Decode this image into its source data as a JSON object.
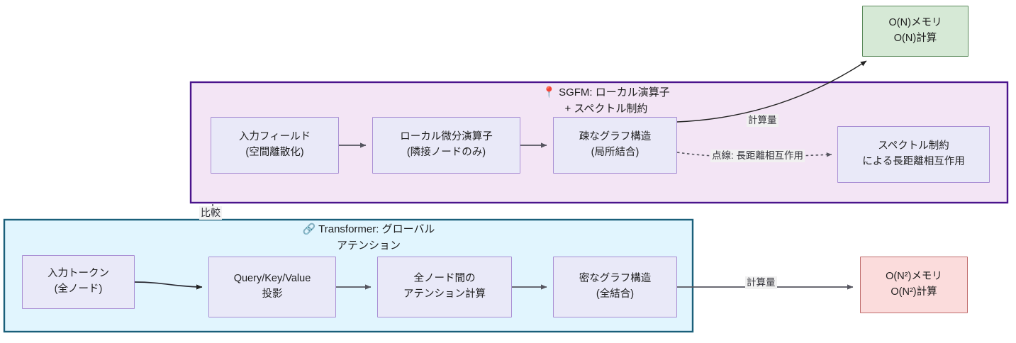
{
  "diagram": {
    "type": "flowchart",
    "title_present": false,
    "background": "#ffffff",
    "clusters": [
      {
        "id": "sgfm",
        "title_line1": "📍 SGFM: ローカル演算子",
        "title_line2": "+ スペクトル制約",
        "icon": "pin-icon",
        "fill": "#f3e5f5",
        "stroke": "#4a148c"
      },
      {
        "id": "transformer",
        "title_line1": "🔗 Transformer: グローバル",
        "title_line2": "アテンション",
        "icon": "link-icon",
        "fill": "#e1f5fe",
        "stroke": "#1a5f7a"
      }
    ],
    "nodes": [
      {
        "id": "n1",
        "line1": "入力フィールド",
        "line2": "(空間離散化)",
        "style": "proc"
      },
      {
        "id": "n2",
        "line1": "ローカル微分演算子",
        "line2": "(隣接ノードのみ)",
        "style": "proc"
      },
      {
        "id": "n3",
        "line1": "疎なグラフ構造",
        "line2": "(局所結合)",
        "style": "proc"
      },
      {
        "id": "n4",
        "line1": "スペクトル制約",
        "line2": "による長距離相互作用",
        "style": "proc"
      },
      {
        "id": "n5",
        "line1": "O(N)メモリ",
        "line2": "O(N)計算",
        "style": "good"
      },
      {
        "id": "n6",
        "line1": "入力トークン",
        "line2": "(全ノード)",
        "style": "proc"
      },
      {
        "id": "n7",
        "line1": "Query/Key/Value",
        "line2": "投影",
        "style": "proc"
      },
      {
        "id": "n8",
        "line1": "全ノード間の",
        "line2": "アテンション計算",
        "style": "proc"
      },
      {
        "id": "n9",
        "line1": "密なグラフ構造",
        "line2": "(全結合)",
        "style": "proc"
      },
      {
        "id": "n10",
        "line1": "O(N²)メモリ",
        "line2": "O(N²)計算",
        "style": "bad"
      }
    ],
    "edges": [
      {
        "from": "n1",
        "to": "n2",
        "label": "",
        "style": "solid"
      },
      {
        "from": "n2",
        "to": "n3",
        "label": "",
        "style": "solid"
      },
      {
        "from": "n3",
        "to": "n4",
        "label": "点線: 長距離相互作用",
        "style": "dotted"
      },
      {
        "from": "n3",
        "to": "n5",
        "label": "計算量",
        "style": "solid"
      },
      {
        "from": "n6",
        "to": "n7",
        "label": "",
        "style": "solid"
      },
      {
        "from": "n7",
        "to": "n8",
        "label": "",
        "style": "solid"
      },
      {
        "from": "n8",
        "to": "n9",
        "label": "",
        "style": "solid"
      },
      {
        "from": "n9",
        "to": "n10",
        "label": "計算量",
        "style": "solid"
      },
      {
        "from": "sgfm",
        "to": "transformer",
        "label": "比較",
        "style": "solid"
      }
    ],
    "edge_labels": {
      "compute_top": "計算量",
      "dotted_longrange": "点線: 長距離相互作用",
      "compute_bottom": "計算量",
      "comparison": "比較"
    }
  }
}
